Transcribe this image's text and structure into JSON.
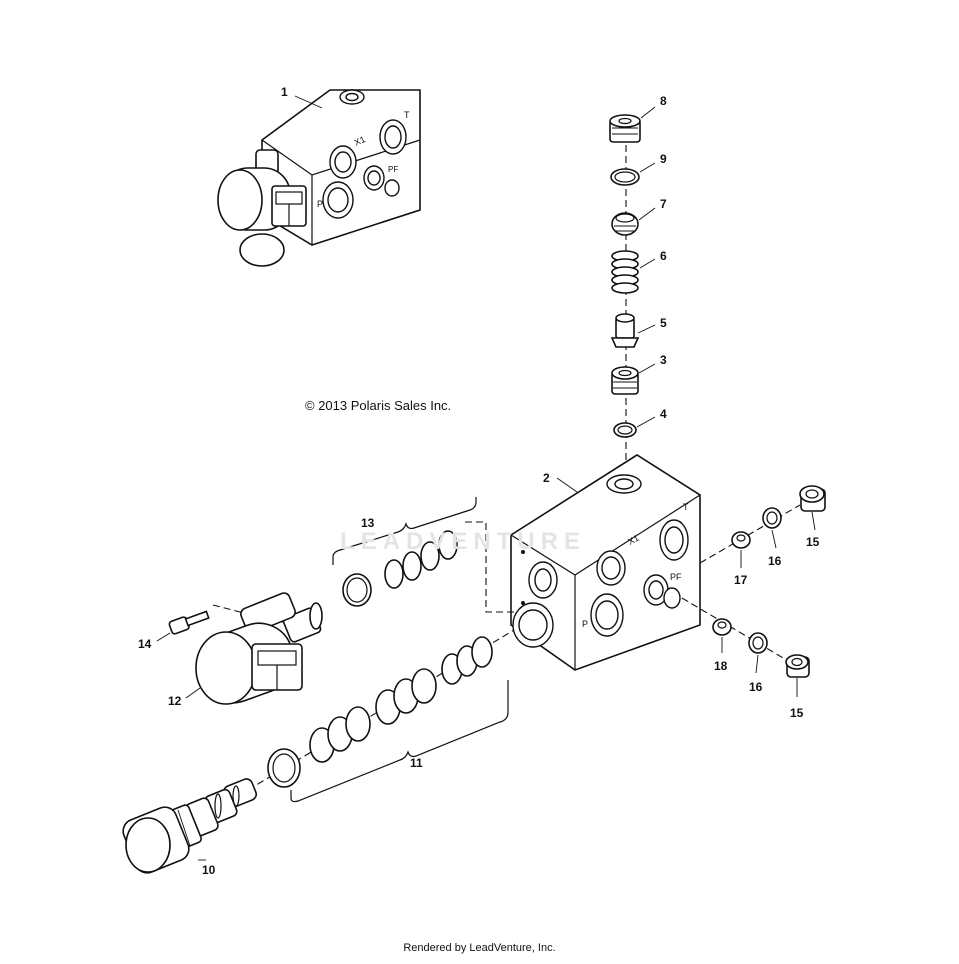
{
  "copyright": "© 2013 Polaris Sales Inc.",
  "footer": "Rendered by LeadVenture, Inc.",
  "watermark": "LEADVENTURE",
  "port_labels": {
    "t": "T",
    "x1": "X1",
    "p": "P",
    "pf": "PF"
  },
  "callouts": {
    "c1": "1",
    "c2": "2",
    "c3": "3",
    "c4": "4",
    "c5": "5",
    "c6": "6",
    "c7": "7",
    "c8": "8",
    "c9": "9",
    "c10": "10",
    "c11": "11",
    "c12": "12",
    "c13": "13",
    "c14": "14",
    "c15a": "15",
    "c15b": "15",
    "c16a": "16",
    "c16b": "16",
    "c17": "17",
    "c18": "18"
  }
}
